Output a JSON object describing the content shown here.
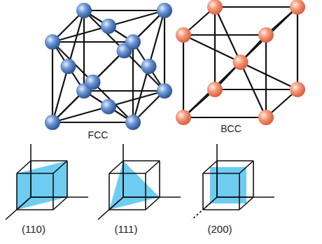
{
  "diagram": {
    "labels": [
      "FCC",
      "BCC",
      "(110)",
      "(111)",
      "(200)"
    ]
  }
}
